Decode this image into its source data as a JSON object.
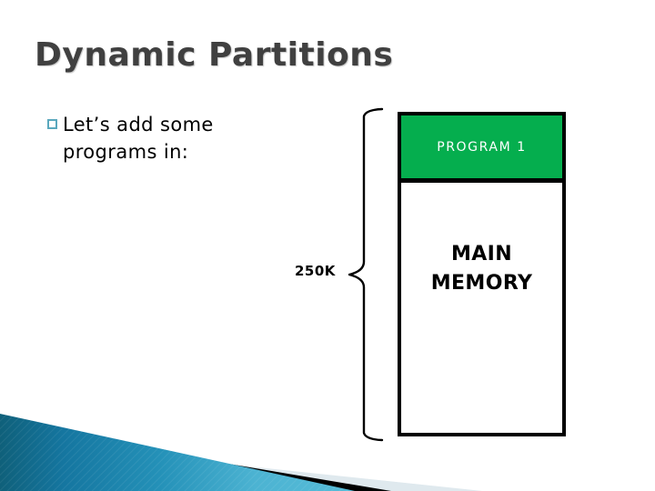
{
  "slide": {
    "title": "Dynamic Partitions",
    "bullets": [
      {
        "marker": "hollow-square-bullet",
        "text": "Let’s add some programs in:"
      }
    ],
    "annotation": {
      "size_label": "250K",
      "brace": "curly-brace-left"
    },
    "memory_diagram": {
      "name": "main-memory",
      "blocks": [
        {
          "label": "PROGRAM 1",
          "fill": "#05ae4e",
          "text_color": "#ffffff"
        }
      ],
      "free_space_label": "MAIN\nMEMORY",
      "border_color": "#000000"
    },
    "decoration": {
      "name": "corner-wedge",
      "colors": {
        "teal_dark": "#11677f",
        "teal_mid": "#1b87ad",
        "teal_light": "#4fb6d4",
        "black_stripe": "#000000",
        "pale_band": "#dfe9ee"
      }
    },
    "theme": {
      "background": "#ffffff",
      "title_color": "#404040",
      "bullet_marker_color": "#5aa8bd",
      "body_text_color": "#000000",
      "accent_green": "#05ae4e"
    }
  }
}
